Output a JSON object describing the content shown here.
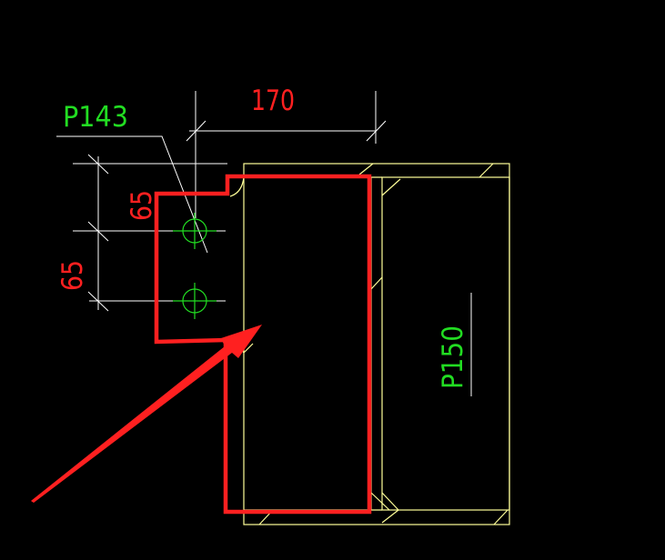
{
  "colors": {
    "background": "#000000",
    "outline": "#FFFF99",
    "dimension": "#FFFFFF",
    "dimension_text": "#FF2020",
    "label_text": "#22DD22",
    "bolt": "#22DD22",
    "highlight": "#FF2020"
  },
  "labels": {
    "p143": "P143",
    "p150": "P150"
  },
  "dimensions": {
    "width_170": "170",
    "spacing_upper": "65",
    "spacing_lower": "65"
  },
  "icons": {
    "bolt": "bolt-hole-crosshair-icon",
    "arrow": "pointer-arrow-icon"
  }
}
